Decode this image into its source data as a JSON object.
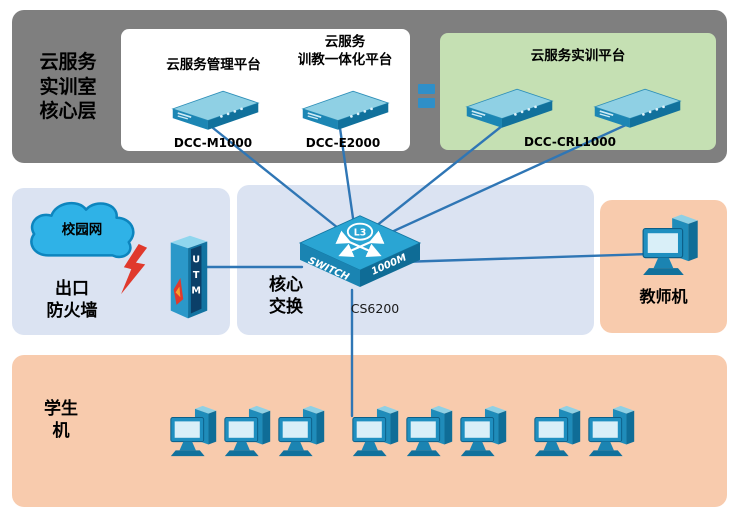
{
  "colors": {
    "wire": "#2f76b5",
    "core_panel": "#7f7f7f",
    "inner_panel": "#ffffff",
    "training_panel": "#c5e0b3",
    "network_panel": "#dbe3f2",
    "client_panel": "#f8cbad",
    "device": "#1b86b4"
  },
  "core_layer": {
    "label_lines": [
      "云服务",
      "实训室",
      "核心层"
    ],
    "management": {
      "title": "云服务管理平台",
      "device": "DCC-M1000"
    },
    "integrated": {
      "title_lines": [
        "云服务",
        "训教一体化平台"
      ],
      "device": "DCC-E2000"
    },
    "training": {
      "title": "云服务实训平台",
      "device": "DCC-CRL1000"
    }
  },
  "firewall": {
    "cloud_label": "校园网",
    "label_lines": [
      "出口",
      "防火墙"
    ],
    "utm_letters": [
      "U",
      "T",
      "M"
    ]
  },
  "core_switch": {
    "label_lines": [
      "核心",
      "交换"
    ],
    "device": "CS6200",
    "badge": "L3",
    "face_left": "SWITCH",
    "face_right": "1000M"
  },
  "teacher": {
    "label": "教师机"
  },
  "students": {
    "label_lines": [
      "学生",
      "机"
    ],
    "computer_count": 8
  }
}
